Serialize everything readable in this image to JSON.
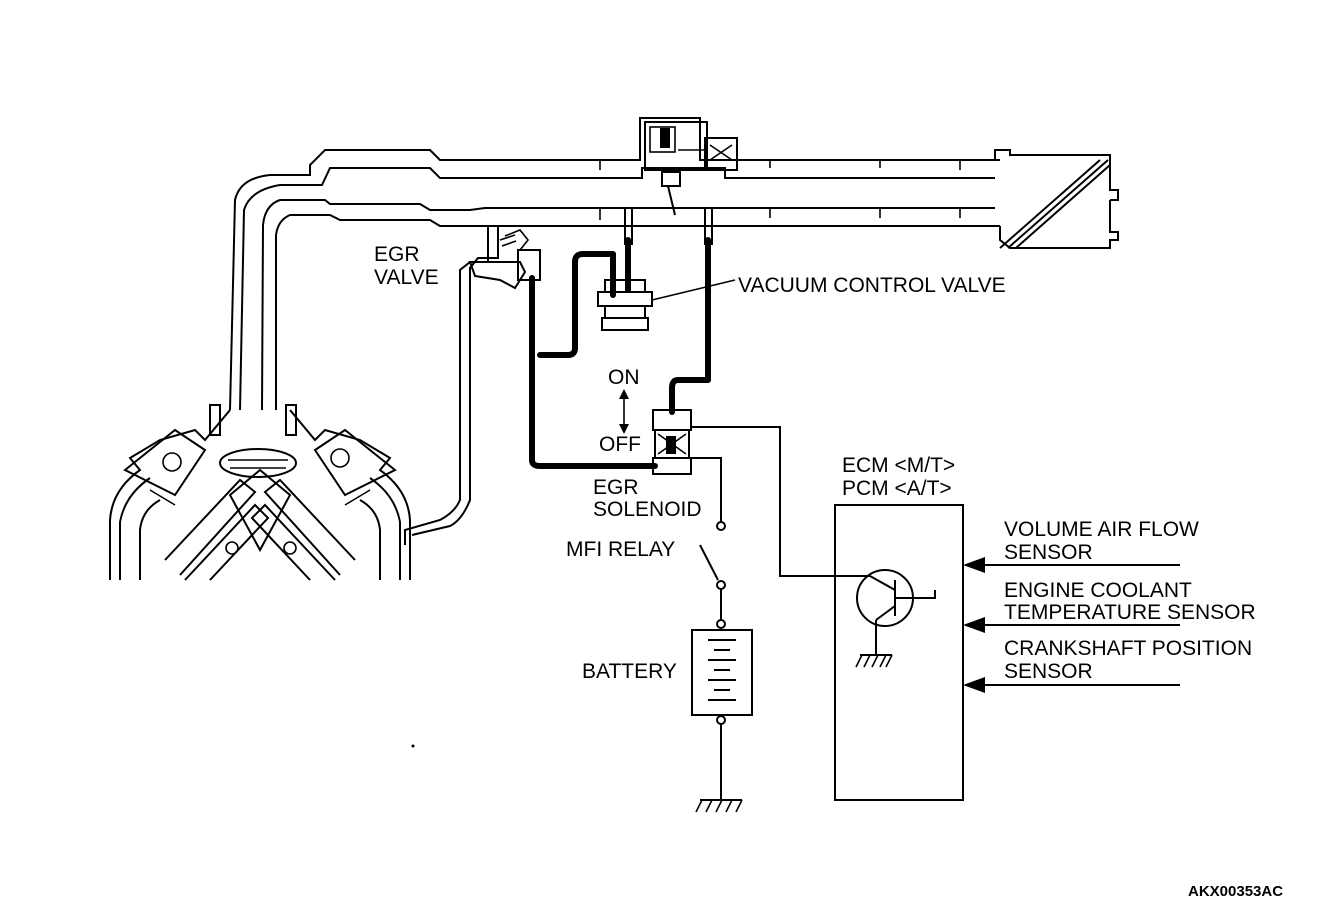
{
  "labels": {
    "egr_valve_1": "EGR",
    "egr_valve_2": "VALVE",
    "vacuum_control_valve": "VACUUM CONTROL VALVE",
    "on": "ON",
    "off": "OFF",
    "egr_solenoid_1": "EGR",
    "egr_solenoid_2": "SOLENOID",
    "mfi_relay": "MFI RELAY",
    "battery": "BATTERY",
    "ecm": "ECM <M/T>",
    "pcm": "PCM <A/T>",
    "input_1_line_1": "VOLUME AIR FLOW",
    "input_1_line_2": "SENSOR",
    "input_2_line_1": "ENGINE COOLANT",
    "input_2_line_2": "TEMPERATURE SENSOR",
    "input_3_line_1": "CRANKSHAFT POSITION",
    "input_3_line_2": "SENSOR",
    "figure_code": "AKX00353AC"
  },
  "icons": {
    "on_off_arrow": "double-arrow-vertical",
    "ground": "ground-symbol",
    "transistor": "npn-transistor"
  }
}
